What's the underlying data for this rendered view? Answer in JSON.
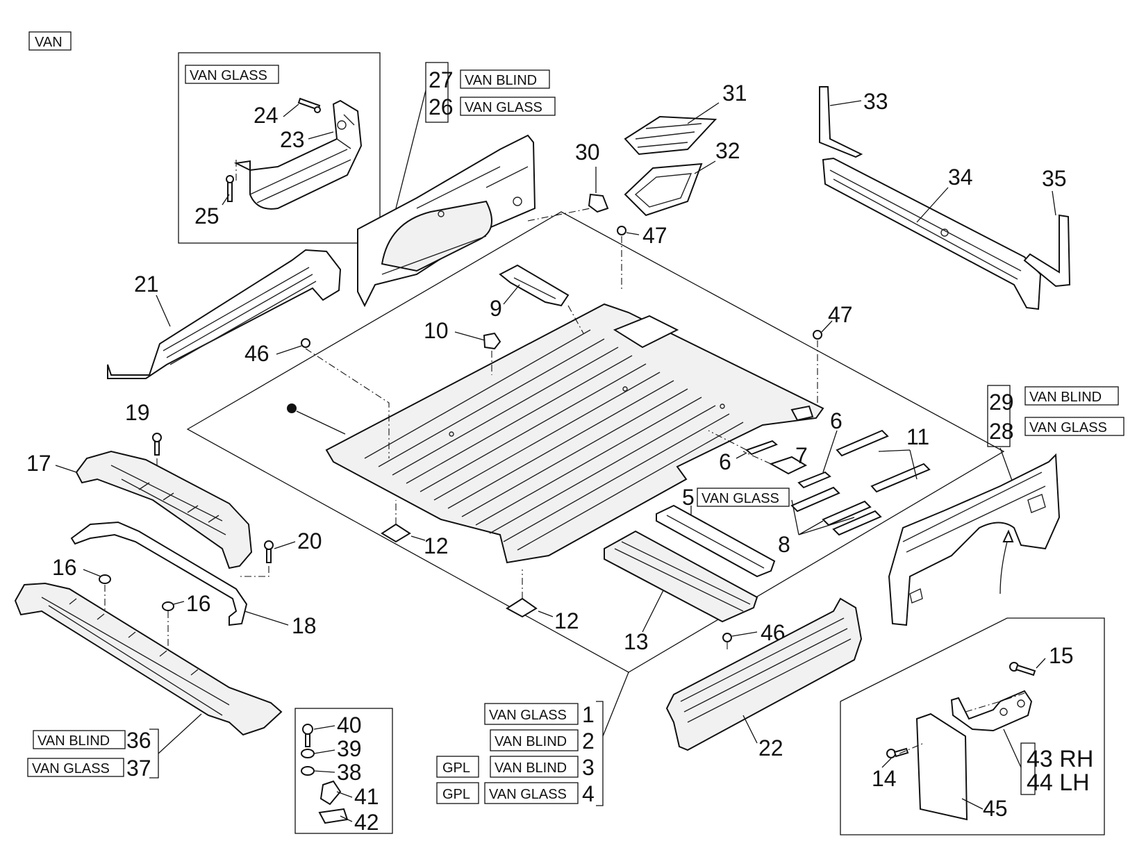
{
  "diagram": {
    "header_tag": "VAN",
    "tags": {
      "van_glass": "VAN GLASS",
      "van_blind": "VAN BLIND",
      "gpl": "GPL"
    },
    "callouts": {
      "c1": "1",
      "c2": "2",
      "c3": "3",
      "c4": "4",
      "c5": "5",
      "c6a": "6",
      "c6b": "6",
      "c7": "7",
      "c8": "8",
      "c9": "9",
      "c10": "10",
      "c11": "11",
      "c12a": "12",
      "c12b": "12",
      "c13": "13",
      "c14": "14",
      "c15": "15",
      "c16a": "16",
      "c16b": "16",
      "c17": "17",
      "c18": "18",
      "c19": "19",
      "c20": "20",
      "c21": "21",
      "c22": "22",
      "c23": "23",
      "c24": "24",
      "c25": "25",
      "c26": "26",
      "c27": "27",
      "c28": "28",
      "c29": "29",
      "c30": "30",
      "c31": "31",
      "c32": "32",
      "c33": "33",
      "c34": "34",
      "c35": "35",
      "c36": "36",
      "c37": "37",
      "c38": "38",
      "c39": "39",
      "c40": "40",
      "c41": "41",
      "c42": "42",
      "c43": "43 RH",
      "c44": "44 LH",
      "c45": "45",
      "c46a": "46",
      "c46b": "46",
      "c47a": "47",
      "c47b": "47"
    }
  }
}
